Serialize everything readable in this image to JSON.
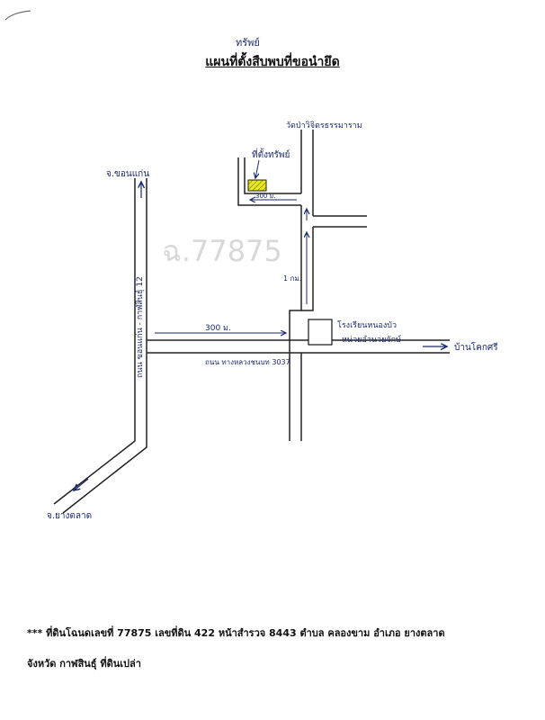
{
  "title": "แผนที่ตั้งสืบพบที่ขอนำยึด",
  "title_note": "ทรัพย์",
  "watermark": "ฉ.77875",
  "labels": {
    "to_khon_kaen": "จ.ขอนแก่น",
    "to_yang_talat": "จ.ยางตลาด",
    "highway": "ถนน ขอนแก่น - กาฬสินธุ์ 12",
    "local_road": "ถนน ทางหลวงชนบท 3037",
    "to_ban_khok_si": "บ้านโคกศรี",
    "temple": "วัดป่าวิจิตรธรรมาราม",
    "property": "ที่ตั้งทรัพย์",
    "dist_property": "300 ม.",
    "dist_north": "1 กม.",
    "dist_road": "300 ม.",
    "school": "โรงเรียนหนองบัว หน่วยอำนวยจักษ์"
  },
  "footer": {
    "line1": "*** ที่ดินโฉนดเลขที่ 77875  เลขที่ดิน 422  หน้าสำรวจ 8443  ตำบล คลองขาม  อำเภอ ยางตลาด",
    "line2": "จังหวัด กาฬสินธุ์  ที่ดินเปล่า"
  },
  "colors": {
    "ink": "#1a2a6e",
    "property_fill": "#e8e81a",
    "line": "#222222"
  }
}
